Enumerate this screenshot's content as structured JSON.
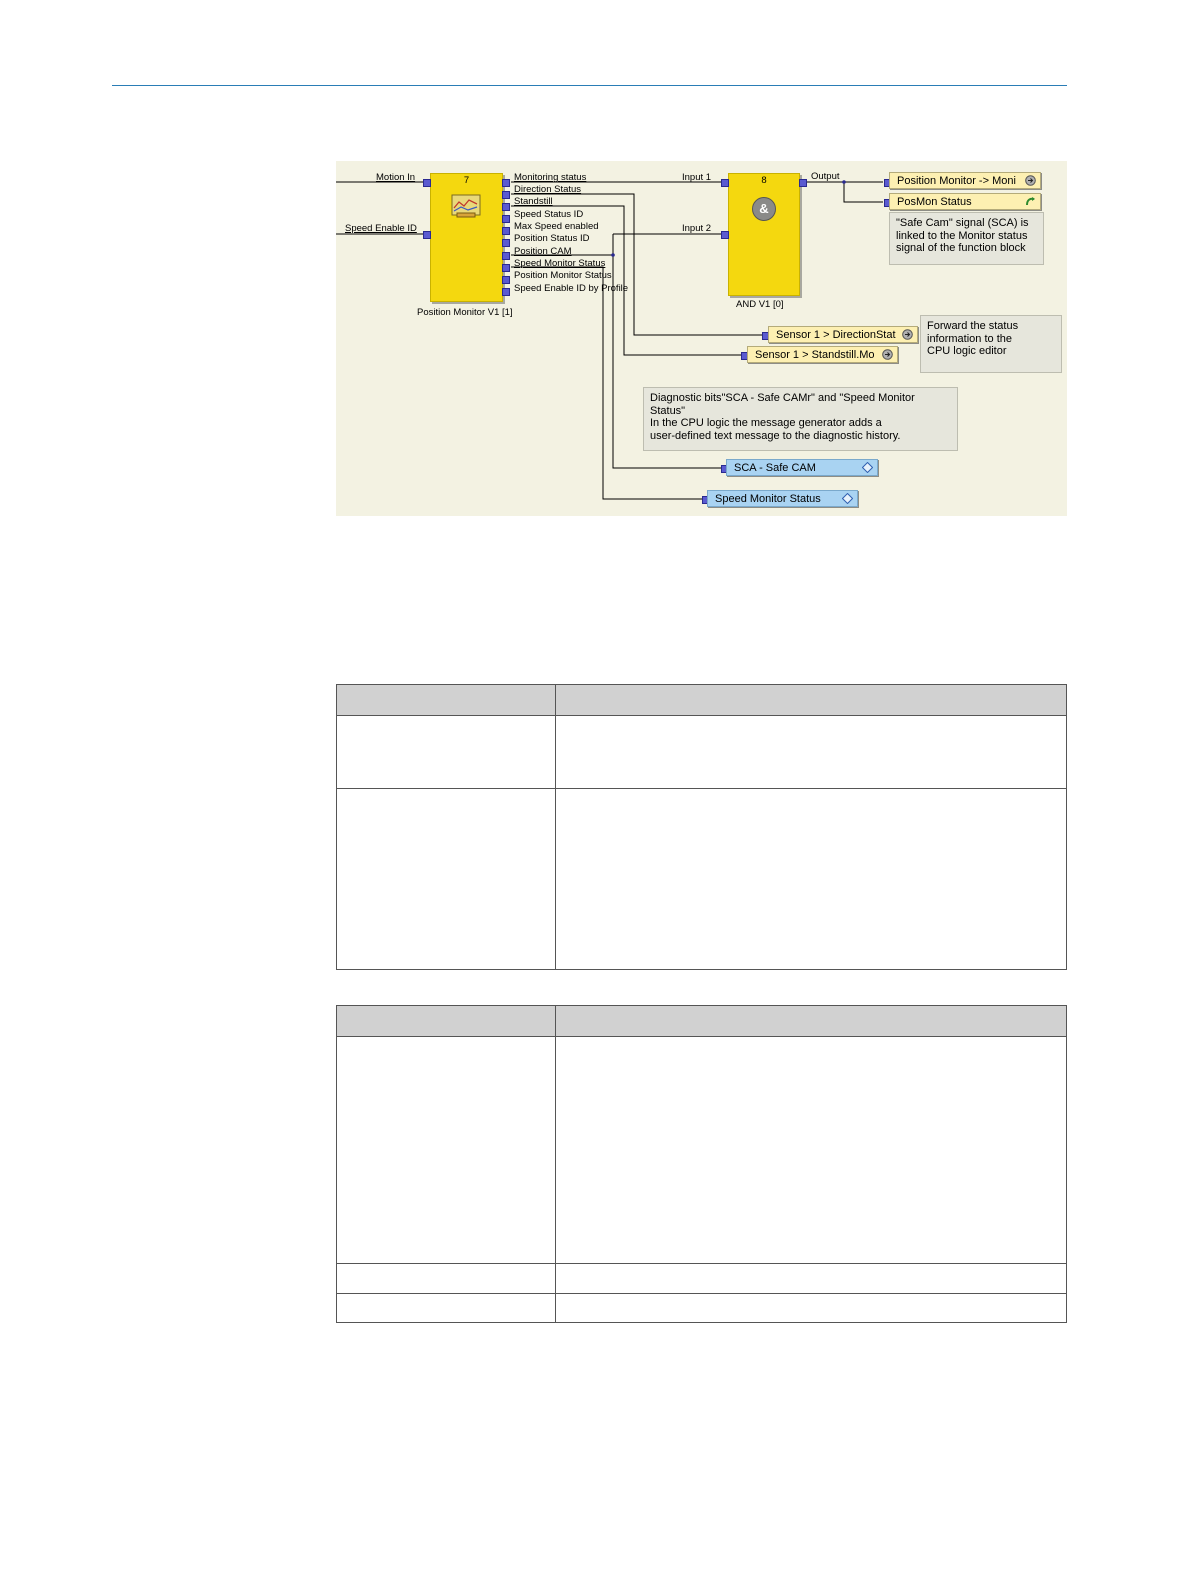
{
  "diagram": {
    "block_position_monitor": {
      "number": "7",
      "name": "Position Monitor V1 [1]",
      "inputs": [
        "Motion In",
        "Speed Enable ID"
      ],
      "outputs": [
        "Monitoring status",
        "Direction Status",
        "Standstill",
        "Speed Status ID",
        "Max Speed  enabled",
        "Position Status ID",
        "Position CAM",
        "Speed Monitor Status",
        "Position Monitor Status",
        "Speed Enable ID by Profile"
      ]
    },
    "block_and": {
      "number": "8",
      "name": "AND V1 [0]",
      "symbol": "&",
      "inputs": [
        "Input 1",
        "Input 2"
      ],
      "output": "Output"
    },
    "tags": {
      "pos_monitor_moni": "Position  Monitor  -> Moni",
      "posmon_status": "PosMon Status",
      "sensor_direction": "Sensor 1 > DirectionStat",
      "sensor_standstill": "Sensor 1 > Standstill.Mo",
      "sca_safe_cam": "SCA - Safe CAM",
      "speed_monitor_status": "Speed Monitor Status"
    },
    "notes": {
      "safe_cam": "\"Safe Cam\" signal (SCA) is\nlinked to the Monitor status\nsignal of the function block",
      "forward": "Forward the status\ninformation to the\nCPU logic editor",
      "diagnostic": "Diagnostic bits\"SCA - Safe CAMr\" and \"Speed Monitor\nStatus\"\nIn the CPU logic the message generator  adds a\nuser-defined text message to the diagnostic history."
    },
    "colors": {
      "block": "#f4d80f",
      "port": "#5a5ad0",
      "tag_yellow": "#fdf0b2",
      "tag_blue": "#a9d3f2",
      "note": "#e6e6dc",
      "background": "#f3f2e2"
    },
    "icons": [
      "function-block-chart-icon",
      "and-gate-icon",
      "output-arrow-icon",
      "refresh-arrow-icon",
      "diagnostic-diamond-icon"
    ]
  },
  "tables": {
    "table1": {
      "rows": 2
    },
    "table2": {
      "rows": 3
    }
  },
  "colors": {
    "header_rule": "#2a7db6",
    "table_header": "#d1d1d1"
  }
}
